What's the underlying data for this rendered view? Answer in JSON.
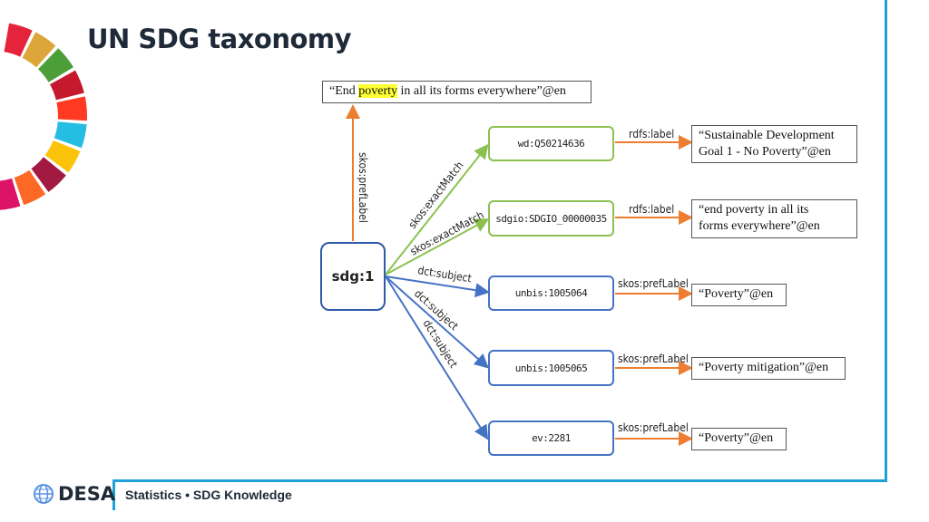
{
  "title": "UN SDG taxonomy",
  "root_node": "sdg:1",
  "top_literal": {
    "before": "“End ",
    "highlight": "poverty",
    "after": " in all its forms everywhere”@en"
  },
  "edges": {
    "pref_label_vertical": "skos:prefLabel",
    "exact_match_1": "skos:exactMatch",
    "exact_match_2": "skos:exactMatch",
    "subject_1": "dct:subject",
    "subject_2": "dct:subject",
    "subject_3": "dct:subject"
  },
  "nodes": [
    {
      "id": "wd:Q50214636",
      "edge_label": "rdfs:label",
      "literal_lines": [
        "“Sustainable Development",
        "Goal 1 - No Poverty”@en"
      ]
    },
    {
      "id": "sdgio:SDGIO_00000035",
      "edge_label": "rdfs:label",
      "literal_lines": [
        "“end poverty in all its",
        "forms everywhere”@en"
      ]
    },
    {
      "id": "unbis:1005064",
      "edge_label": "skos:prefLabel",
      "literal_lines": [
        "“Poverty”@en"
      ]
    },
    {
      "id": "unbis:1005065",
      "edge_label": "skos:prefLabel",
      "literal_lines": [
        "“Poverty mitigation”@en"
      ]
    },
    {
      "id": "ev:2281",
      "edge_label": "skos:prefLabel",
      "literal_lines": [
        "“Poverty”@en"
      ]
    }
  ],
  "footer": {
    "logo_text": "DESA",
    "label": "Statistics • SDG Knowledge"
  },
  "colors": {
    "green_edge": "#8cc152",
    "blue_edge": "#4472c4",
    "orange_edge": "#ed7d31",
    "frame": "#1fa0d8",
    "highlight": "#ffff33",
    "sdg_wheel": [
      "#e5243b",
      "#dda63a",
      "#4c9f38",
      "#c5192d",
      "#ff3a21",
      "#26bde2",
      "#fcc30b",
      "#a21942",
      "#fd6925",
      "#dd1367"
    ]
  }
}
